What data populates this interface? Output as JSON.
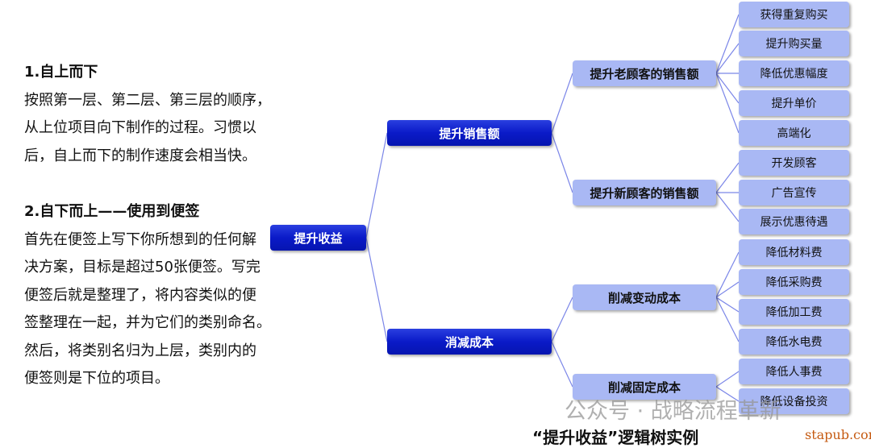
{
  "left_text": {
    "heading1": "1.自上而下",
    "body1": [
      "按照第一层、第二层、第三层的顺序，",
      "从上位项目向下制作的过程。习惯以",
      "后，自上而下的制作速度会相当快。"
    ],
    "heading2": "2.自下而上——使用到便签",
    "body2": [
      "首先在便签上写下你所想到的任何解",
      "决方案，目标是超过50张便签。写完",
      "便签后就是整理了，将内容类似的便",
      "签整理在一起，并为它们的类别命名。",
      "然后，将类别名归为上层，类别内的",
      "便签则是下位的项目。"
    ]
  },
  "tree": {
    "root": "提升收益",
    "level1": [
      "提升销售额",
      "消减成本"
    ],
    "level2": [
      "提升老顾客的销售额",
      "提升新顾客的销售额",
      "削减变动成本",
      "削减固定成本"
    ],
    "level3": [
      "获得重复购买",
      "提升购买量",
      "降低优惠幅度",
      "提升单价",
      "高端化",
      "开发顾客",
      "广告宣传",
      "展示优惠待遇",
      "降低材料费",
      "降低采购费",
      "降低加工费",
      "降低水电费",
      "降低人事费",
      "降低设备投资"
    ]
  },
  "caption": "“提升收益”逻辑树实例",
  "watermark": "公众号 · 战略流程革新",
  "source": "stapub.com"
}
